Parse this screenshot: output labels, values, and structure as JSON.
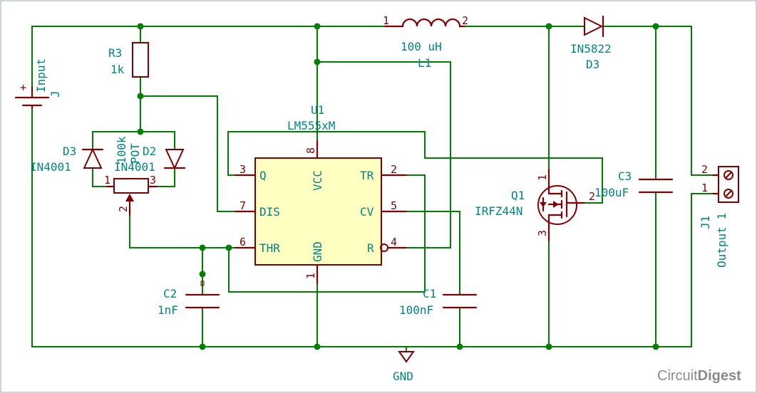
{
  "components": {
    "r3": {
      "ref": "R3",
      "value": "1k"
    },
    "d3_left": {
      "ref": "D3",
      "value": "IN4001"
    },
    "d2": {
      "ref": "D2",
      "value": "IN4001"
    },
    "pot": {
      "ref": "POT",
      "value": "100k",
      "pin1": "1",
      "pin2": "2",
      "pin3": "3"
    },
    "u1": {
      "ref": "U1",
      "value": "LM555xM"
    },
    "l1": {
      "ref": "L1",
      "value": "100 uH",
      "pin1": "1",
      "pin2": "2"
    },
    "d3_right": {
      "ref": "D3",
      "value": "IN5822"
    },
    "q1": {
      "ref": "Q1",
      "value": "IRFZ44N",
      "pin1": "1",
      "pin2": "2",
      "pin3": "3"
    },
    "c1": {
      "ref": "C1",
      "value": "100nF"
    },
    "c2": {
      "ref": "C2",
      "value": "1nF"
    },
    "c3": {
      "ref": "C3",
      "value": "100uF"
    },
    "j1": {
      "ref": "J1",
      "value": "Output 1",
      "pin1": "1",
      "pin2": "2"
    },
    "input": {
      "ref": "J",
      "value": "Input",
      "plus": "+"
    },
    "gnd": {
      "label": "GND"
    }
  },
  "ic_pins": {
    "q": {
      "num": "3",
      "name": "Q"
    },
    "dis": {
      "num": "7",
      "name": "DIS"
    },
    "thr": {
      "num": "6",
      "name": "THR"
    },
    "vcc": {
      "num": "8",
      "name": "VCC"
    },
    "gnd": {
      "num": "1",
      "name": "GND"
    },
    "tr": {
      "num": "2",
      "name": "TR"
    },
    "cv": {
      "num": "5",
      "name": "CV"
    },
    "r": {
      "num": "4",
      "name": "R"
    }
  },
  "brand": {
    "prefix": "Circuit",
    "suffix": "Digest"
  },
  "colors": {
    "wire": "#008000",
    "part": "#840000",
    "text": "#008484",
    "ic_fill": "#ffffc2"
  }
}
